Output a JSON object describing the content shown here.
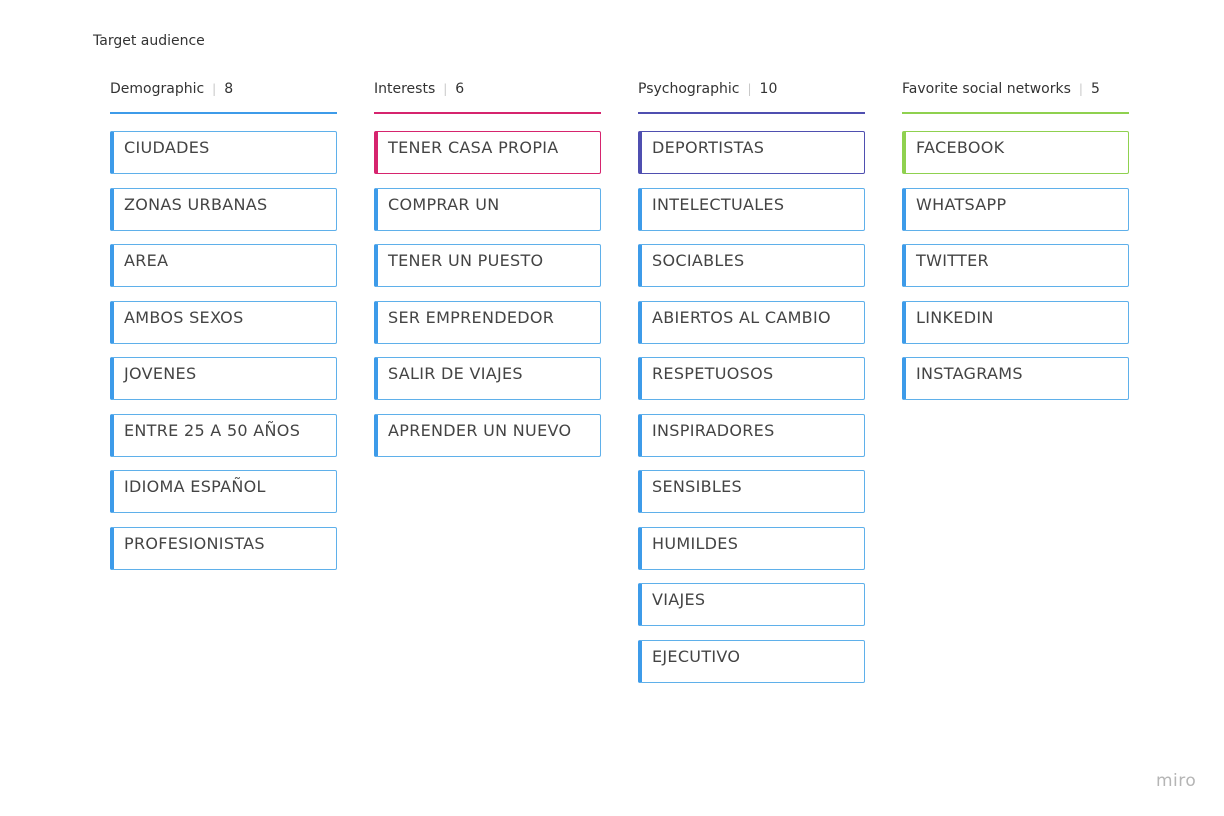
{
  "board": {
    "title": "Target audience",
    "watermark": "miro",
    "accent_color": "#3d9be9"
  },
  "columns": [
    {
      "title": "Demographic",
      "count": "8",
      "line_color": "#3d9be9",
      "cards": [
        {
          "label": "CIUDADES",
          "color": "#3d9be9"
        },
        {
          "label": "ZONAS URBANAS",
          "color": "#3d9be9"
        },
        {
          "label": "AREA",
          "color": "#3d9be9"
        },
        {
          "label": "AMBOS SEXOS",
          "color": "#3d9be9"
        },
        {
          "label": "JOVENES",
          "color": "#3d9be9"
        },
        {
          "label": "ENTRE 25 A 50 AÑOS",
          "color": "#3d9be9"
        },
        {
          "label": "IDIOMA ESPAÑOL",
          "color": "#3d9be9"
        },
        {
          "label": "PROFESIONISTAS",
          "color": "#3d9be9"
        }
      ]
    },
    {
      "title": "Interests",
      "count": "6",
      "line_color": "#d6246e",
      "cards": [
        {
          "label": "TENER CASA PROPIA",
          "color": "#d6246e"
        },
        {
          "label": "COMPRAR UN",
          "color": "#3d9be9"
        },
        {
          "label": "TENER UN PUESTO",
          "color": "#3d9be9"
        },
        {
          "label": "SER EMPRENDEDOR",
          "color": "#3d9be9"
        },
        {
          "label": "SALIR DE VIAJES",
          "color": "#3d9be9"
        },
        {
          "label": "APRENDER UN NUEVO",
          "color": "#3d9be9"
        }
      ]
    },
    {
      "title": "Psychographic",
      "count": "10",
      "line_color": "#4f4fb0",
      "cards": [
        {
          "label": "DEPORTISTAS",
          "color": "#4f4fb0"
        },
        {
          "label": "INTELECTUALES",
          "color": "#3d9be9"
        },
        {
          "label": "SOCIABLES",
          "color": "#3d9be9"
        },
        {
          "label": "ABIERTOS AL CAMBIO",
          "color": "#3d9be9"
        },
        {
          "label": "RESPETUOSOS",
          "color": "#3d9be9"
        },
        {
          "label": "INSPIRADORES",
          "color": "#3d9be9"
        },
        {
          "label": "SENSIBLES",
          "color": "#3d9be9"
        },
        {
          "label": "HUMILDES",
          "color": "#3d9be9"
        },
        {
          "label": "VIAJES",
          "color": "#3d9be9"
        },
        {
          "label": "EJECUTIVO",
          "color": "#3d9be9"
        }
      ]
    },
    {
      "title": "Favorite social networks",
      "count": "5",
      "line_color": "#8fd14f",
      "cards": [
        {
          "label": "FACEBOOK",
          "color": "#8fd14f"
        },
        {
          "label": "WHATSAPP",
          "color": "#3d9be9"
        },
        {
          "label": "TWITTER",
          "color": "#3d9be9"
        },
        {
          "label": "LINKEDIN",
          "color": "#3d9be9"
        },
        {
          "label": "INSTAGRAMS",
          "color": "#3d9be9"
        }
      ]
    }
  ]
}
